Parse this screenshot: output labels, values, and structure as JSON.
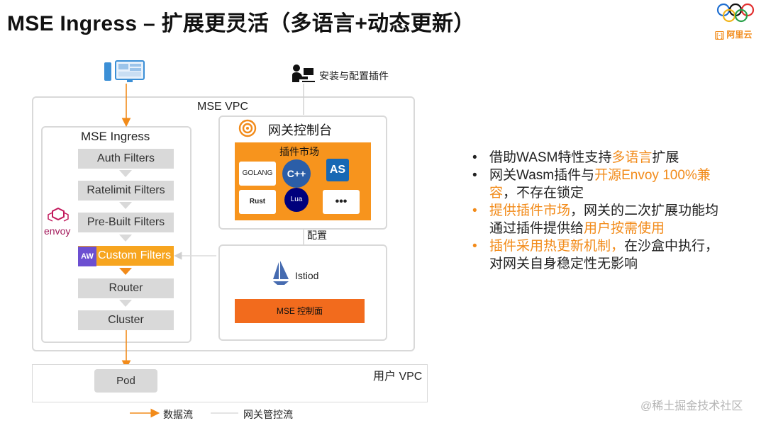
{
  "title": "MSE Ingress – 扩展更灵活（多语言+动态更新）",
  "logo": {
    "brand": "阿里云",
    "icon": "olympic-rings-icon"
  },
  "diagram": {
    "install_label": "安装与配置插件",
    "mse_vpc_label": "MSE VPC",
    "ingress_label": "MSE Ingress",
    "filters": [
      "Auth Filters",
      "Ratelimit Filters",
      "Pre-Built Filters",
      "Custom Filters",
      "Router",
      "Cluster"
    ],
    "custom_badge": "AW",
    "envoy_label": "envoy",
    "console_label": "网关控制台",
    "market_label": "插件市场",
    "market_items": [
      "GOLANG",
      "C++",
      "AS",
      "Rust",
      "Lua",
      "•••"
    ],
    "config_label": "配置",
    "istiod_label": "Istiod",
    "control_plane_label": "MSE 控制面",
    "user_vpc_label": "用户 VPC",
    "pod_label": "Pod",
    "legend": {
      "data_flow": "数据流",
      "control_flow": "网关管控流"
    }
  },
  "bullets": [
    [
      {
        "t": "借助WASM特性支持"
      },
      {
        "t": "多语言",
        "hl": true
      },
      {
        "t": "扩展"
      }
    ],
    [
      {
        "t": "网关Wasm插件与"
      },
      {
        "t": "开源Envoy 100%兼容",
        "hl": true
      },
      {
        "t": "，不存在锁定"
      }
    ],
    [
      {
        "t": "提供插件市场",
        "hl": true
      },
      {
        "t": "，网关的二次扩展功能均通过插件提供给"
      },
      {
        "t": "用户按需使用",
        "hl": true
      }
    ],
    [
      {
        "t": "插件采用热更新机制，",
        "hl": true
      },
      {
        "t": "在沙盒中执行，对网关自身稳定性无影响"
      }
    ]
  ],
  "bullet_colors": [
    "#222222",
    "#222222",
    "#f28b1a",
    "#f28b1a"
  ],
  "watermark": "@稀土掘金技术社区",
  "colors": {
    "accent": "#f28b1a",
    "gray": "#d9d9d9"
  }
}
